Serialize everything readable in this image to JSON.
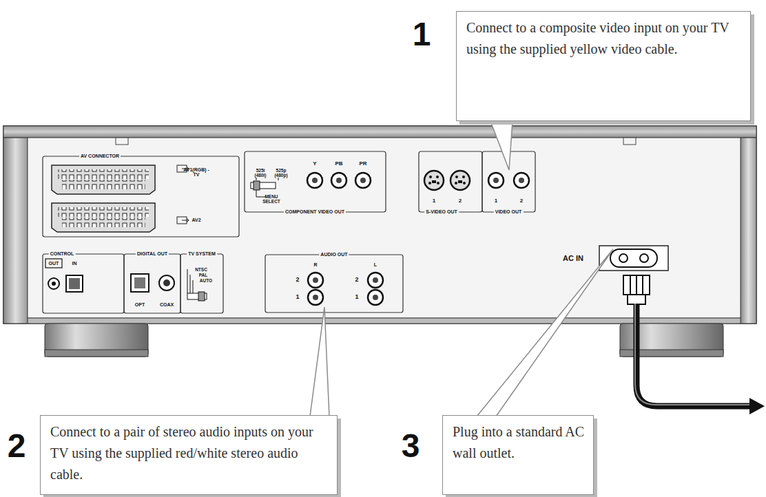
{
  "diagram": {
    "nodes": [
      {
        "text": [
          "Connect to a composite video input on your TV using the supplied yellow video cable."
        ]
      },
      {
        "text": [
          "Connect to a pair of stereo audio inputs on your TV using the supplied red/white stereo audio cable."
        ]
      },
      {
        "text": [
          "Plug into a standard AC wall outlet."
        ]
      }
    ],
    "labels": [
      "1",
      "2",
      "3",
      "AV CONNECTOR",
      "AV1(RGB) -TV",
      "AV2",
      "525i (480i)",
      "525p (480p)",
      "MENU SELECT",
      "Y",
      "PB",
      "PR",
      "COMPONENT VIDEO OUT",
      "1",
      "2",
      "S-VIDEO OUT",
      "1",
      "2",
      "VIDEO OUT",
      "AC IN",
      "AUDIO OUT",
      "R",
      "L",
      "2",
      "1",
      "2",
      "1",
      "CONTROL",
      "OUT",
      "IN",
      "DIGITAL OUT",
      "OPT",
      "COAX",
      "TV SYSTEM",
      "NTSC",
      "PAL",
      "AUTO"
    ]
  }
}
